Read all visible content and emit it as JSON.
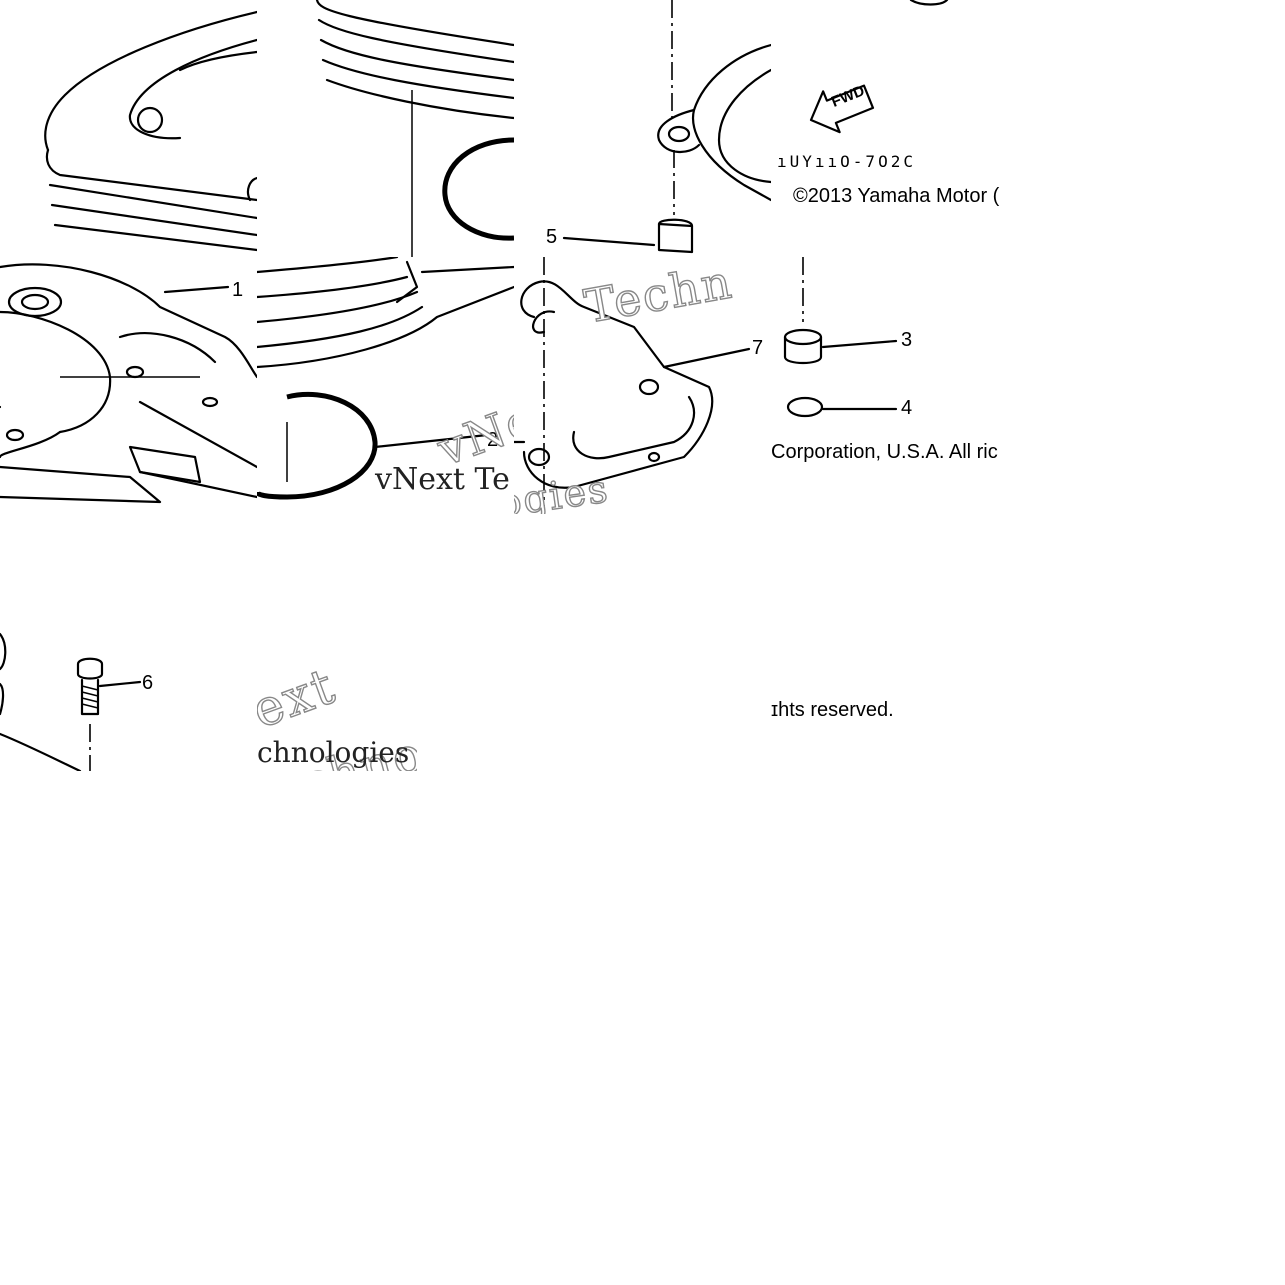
{
  "callouts": {
    "c1": "1",
    "c2": "2",
    "c3": "3",
    "c4": "4",
    "c5": "5",
    "c6": "6",
    "c7": "7"
  },
  "copyright": {
    "line1": "©2013 Yamaha Motor (",
    "line2": "Corporation, U.S.A. All ric",
    "line3": "ɪhts reserved."
  },
  "diagram_code": "ıUYııO-7O2C",
  "fwd_label": "FWD",
  "watermark": {
    "w1": "Techn",
    "w2": "vNe",
    "w3": "vNext Te",
    "w4": "iogies",
    "w5": "ext",
    "w6": "chnologie",
    "w7": "chnologies"
  }
}
